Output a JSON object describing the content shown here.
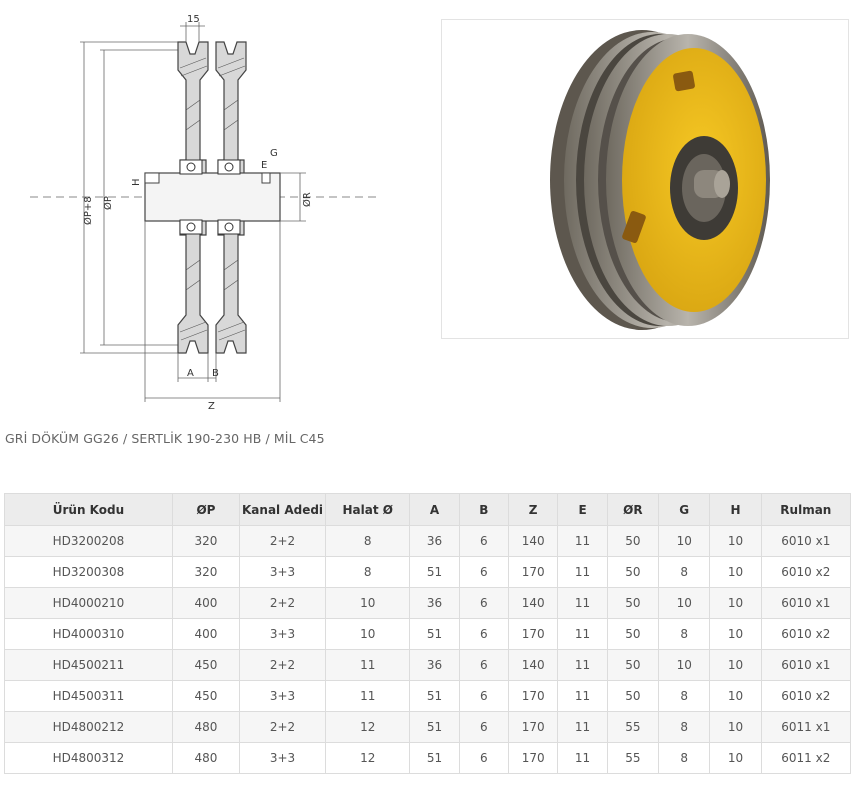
{
  "drawing": {
    "labels": {
      "groove_width": "15",
      "dia_p_plus_8": "ØP+8",
      "dia_p": "ØP",
      "dia_r": "ØR",
      "a": "A",
      "b": "B",
      "z": "Z",
      "e": "E",
      "g": "G",
      "h": "H"
    }
  },
  "photo": {
    "subject": "yellow double rope pulley with bearing hub"
  },
  "material_note": "GRİ DÖKÜM GG26 / SERTLİK 190-230 HB / MİL C45",
  "table": {
    "headers": [
      "Ürün Kodu",
      "ØP",
      "Kanal Adedi",
      "Halat Ø",
      "A",
      "B",
      "Z",
      "E",
      "ØR",
      "G",
      "H",
      "Rulman"
    ],
    "rows": [
      [
        "HD3200208",
        "320",
        "2+2",
        "8",
        "36",
        "6",
        "140",
        "11",
        "50",
        "10",
        "10",
        "6010 x1"
      ],
      [
        "HD3200308",
        "320",
        "3+3",
        "8",
        "51",
        "6",
        "170",
        "11",
        "50",
        "8",
        "10",
        "6010 x2"
      ],
      [
        "HD4000210",
        "400",
        "2+2",
        "10",
        "36",
        "6",
        "140",
        "11",
        "50",
        "10",
        "10",
        "6010 x1"
      ],
      [
        "HD4000310",
        "400",
        "3+3",
        "10",
        "51",
        "6",
        "170",
        "11",
        "50",
        "8",
        "10",
        "6010 x2"
      ],
      [
        "HD4500211",
        "450",
        "2+2",
        "11",
        "36",
        "6",
        "140",
        "11",
        "50",
        "10",
        "10",
        "6010 x1"
      ],
      [
        "HD4500311",
        "450",
        "3+3",
        "11",
        "51",
        "6",
        "170",
        "11",
        "50",
        "8",
        "10",
        "6010 x2"
      ],
      [
        "HD4800212",
        "480",
        "2+2",
        "12",
        "51",
        "6",
        "170",
        "11",
        "55",
        "8",
        "10",
        "6011 x1"
      ],
      [
        "HD4800312",
        "480",
        "3+3",
        "12",
        "51",
        "6",
        "170",
        "11",
        "55",
        "8",
        "10",
        "6011 x2"
      ]
    ]
  }
}
